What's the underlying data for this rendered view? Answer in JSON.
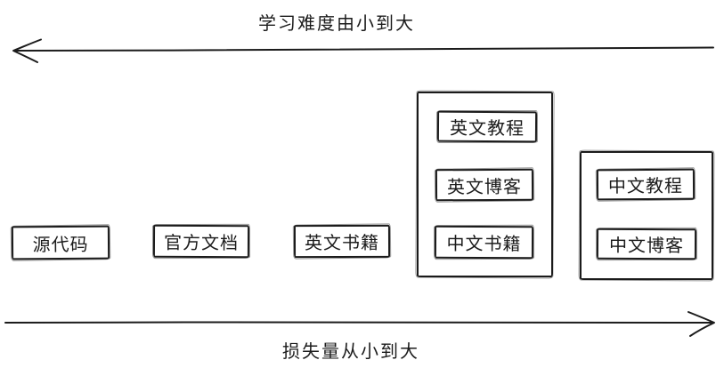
{
  "axes": {
    "top_label": "学习难度由小到大",
    "top_direction": "left",
    "bottom_label": "损失量从小到大",
    "bottom_direction": "right"
  },
  "nodes": [
    {
      "label": "源代码"
    },
    {
      "label": "官方文档"
    },
    {
      "label": "英文书籍"
    }
  ],
  "groups": [
    {
      "items": [
        {
          "label": "英文教程"
        },
        {
          "label": "英文博客"
        },
        {
          "label": "中文书籍"
        }
      ]
    },
    {
      "items": [
        {
          "label": "中文教程"
        },
        {
          "label": "中文博客"
        }
      ]
    }
  ],
  "colors": {
    "stroke": "#1b1b1b",
    "background": "#ffffff"
  }
}
